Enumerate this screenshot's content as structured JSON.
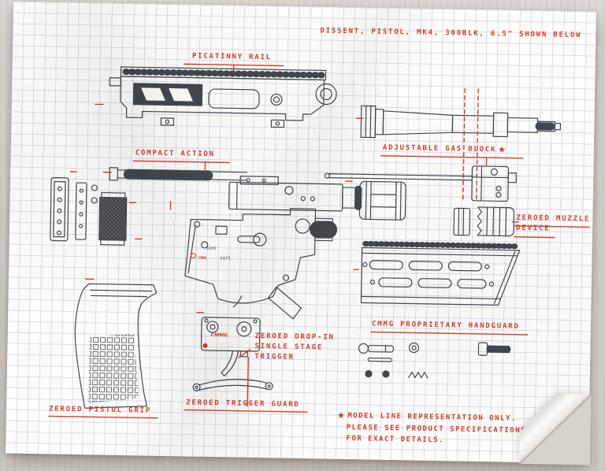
{
  "colors": {
    "accent_red": "#d93a2b",
    "ink": "#42474d",
    "paper": "#fcfcfa",
    "grid_line": "#aebbd0",
    "desk": "#d7d2cc"
  },
  "header": {
    "title": "DISSENT, PISTOL, MK4, 300BLK, 6.5\" SHOWN BELOW"
  },
  "labels": {
    "picatinny_rail": "PICATINNY RAIL",
    "compact_action": "COMPACT ACTION",
    "adjustable_gas_block": "ADJUSTABLE GAS BLOCK",
    "gas_block_star": "★",
    "muzzle_line1": "ZEROED MUZZLE",
    "muzzle_line2": "DEVICE",
    "handguard": "CMMG PROPRIETARY HANDGUARD",
    "trigger_line1": "ZEROED DROP-IN",
    "trigger_line2": "SINGLE STAGE",
    "trigger_line3": "TRIGGER",
    "trigger_guard": "ZEROED TRIGGER GUARD",
    "pistol_grip": "ZEROED PISTOL GRIP"
  },
  "footnote": {
    "star": "★",
    "line1": "MODEL LINE REPRESENTATION ONLY.",
    "line2": "PLEASE SEE PRODUCT SPECIFICATIONS",
    "line3": "FOR EXACT DETAILS."
  },
  "drawing_texts": {
    "selector_semi": "SEMI",
    "selector_safe": "SAFE",
    "lower_logo": "CMMG",
    "trigger_logo": "CMMG"
  }
}
